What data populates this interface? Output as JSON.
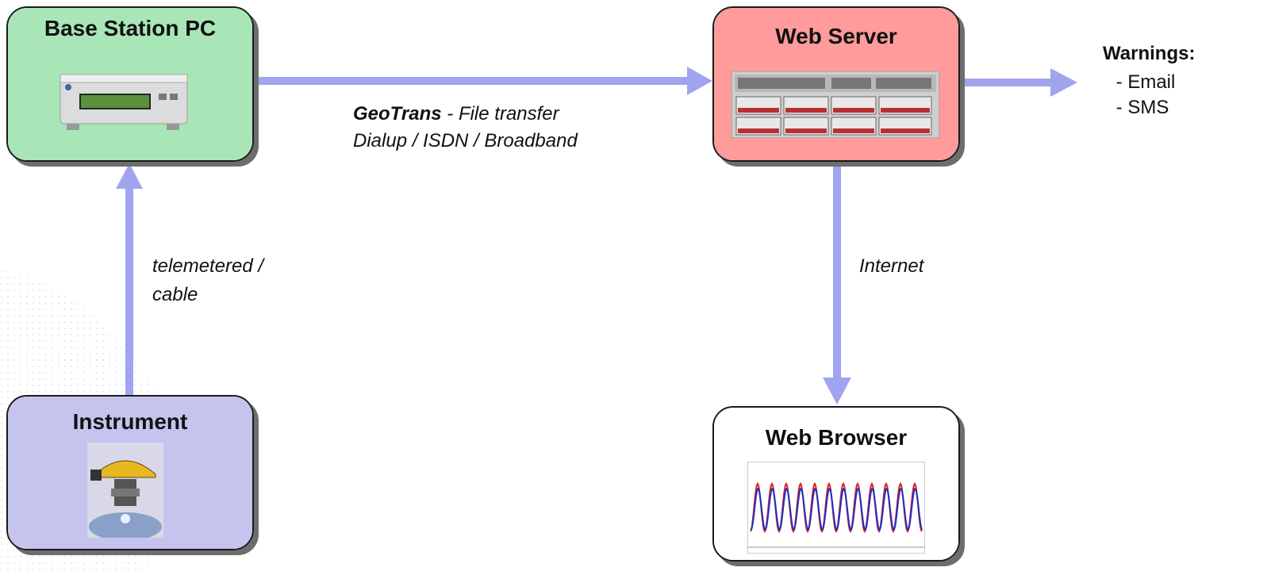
{
  "nodes": {
    "base_station": {
      "title": "Base Station PC",
      "color": "#a8e6b8"
    },
    "web_server": {
      "title": "Web Server",
      "color": "#ff9b9b"
    },
    "instrument": {
      "title": "Instrument",
      "color": "#c4c4ee"
    },
    "web_browser": {
      "title": "Web Browser",
      "color": "#ffffff"
    }
  },
  "links": {
    "geotrans_bold": "GeoTrans",
    "geotrans_rest": " - File transfer",
    "dialup": "Dialup / ISDN / Broadband",
    "telemetered_1": "telemetered /",
    "telemetered_2": "cable",
    "internet": "Internet"
  },
  "warnings": {
    "title": "Warnings:",
    "items": [
      " - Email",
      " - SMS"
    ]
  },
  "colors": {
    "arrow": "#a0a4ee",
    "box_border": "#1a1a1a",
    "shadow": "#6d6d6d"
  }
}
